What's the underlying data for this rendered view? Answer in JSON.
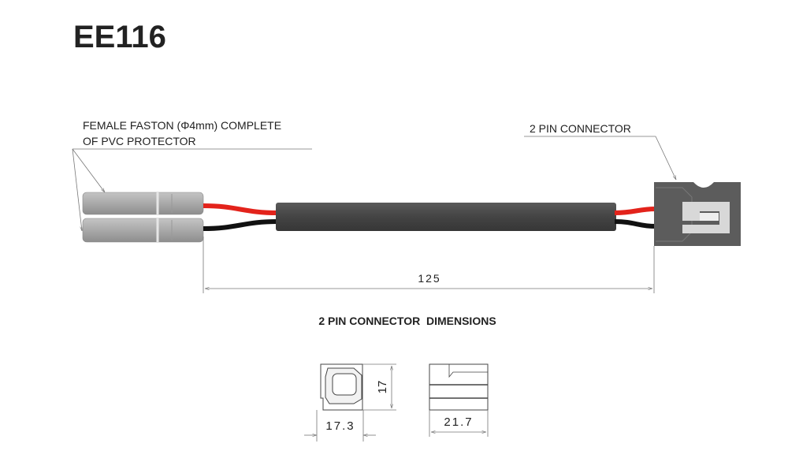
{
  "title": "EE116",
  "labels": {
    "faston_line1": "FEMALE FASTON (Φ4mm) COMPLETE",
    "faston_line2": "OF PVC PROTECTOR",
    "connector": "2 PIN CONNECTOR"
  },
  "dimensions": {
    "cable_length": "125",
    "section_title": "2 PIN CONNECTOR  DIMENSIONS",
    "height": "17",
    "width": "17.3",
    "length": "21.7"
  },
  "colors": {
    "wire_red": "#e3231b",
    "wire_black": "#111111",
    "cable": "#4a4a4a",
    "connector": "#5c5c5c",
    "faston": "#a8a8a8"
  }
}
